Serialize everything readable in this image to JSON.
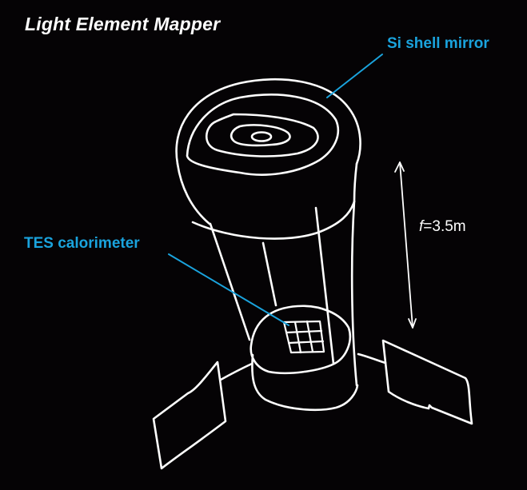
{
  "diagram": {
    "title": "Light Element Mapper",
    "labels": {
      "mirror": "Si shell mirror",
      "detector": "TES calorimeter"
    },
    "focal_length": {
      "symbol": "f",
      "equals": "=",
      "value": "3.5m"
    },
    "colors": {
      "background": "#050305",
      "sketch_line": "#ffffff",
      "label_accent": "#1aa3dd"
    },
    "components": [
      "Si shell mirror",
      "telescope tube",
      "detector housing",
      "TES calorimeter (3x3 grid)",
      "solar panel left",
      "solar panel right"
    ]
  }
}
